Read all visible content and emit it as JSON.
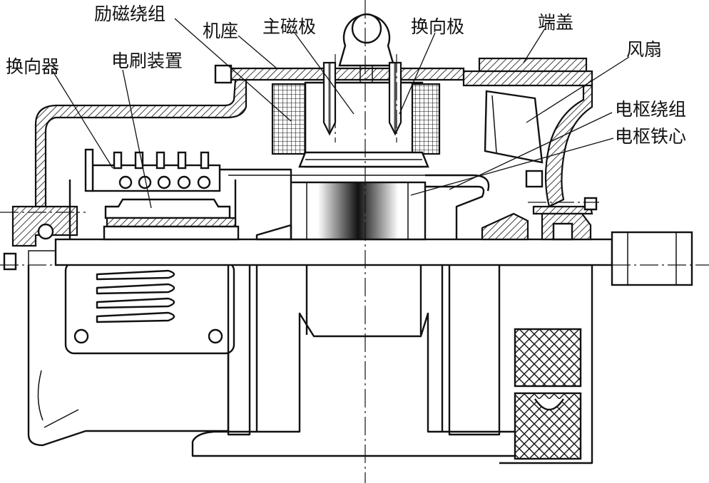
{
  "labels": {
    "excitation_winding": "励磁绕组",
    "frame": "机座",
    "main_pole": "主磁极",
    "commutating_pole": "换向极",
    "end_cover": "端盖",
    "fan": "风扇",
    "commutator": "换向器",
    "brush_gear": "电刷装置",
    "armature_winding": "电枢绕组",
    "armature_core": "电枢铁心"
  }
}
